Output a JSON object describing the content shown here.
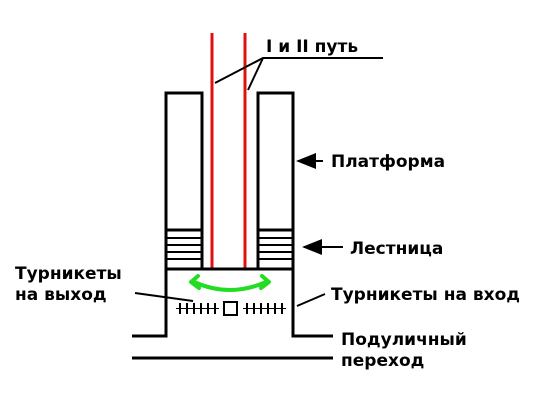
{
  "labels": {
    "tracks": "I и II путь",
    "platform": "Платформа",
    "stairs": "Лестница",
    "turnstiles_exit": "Турникеты\nна выход",
    "turnstiles_entry": "Турникеты на вход",
    "underpass": "Подуличный\nпереход"
  },
  "colors": {
    "outline": "#000000",
    "rails": "#e01010",
    "flow_arrow": "#22dd22",
    "background": "#ffffff"
  }
}
